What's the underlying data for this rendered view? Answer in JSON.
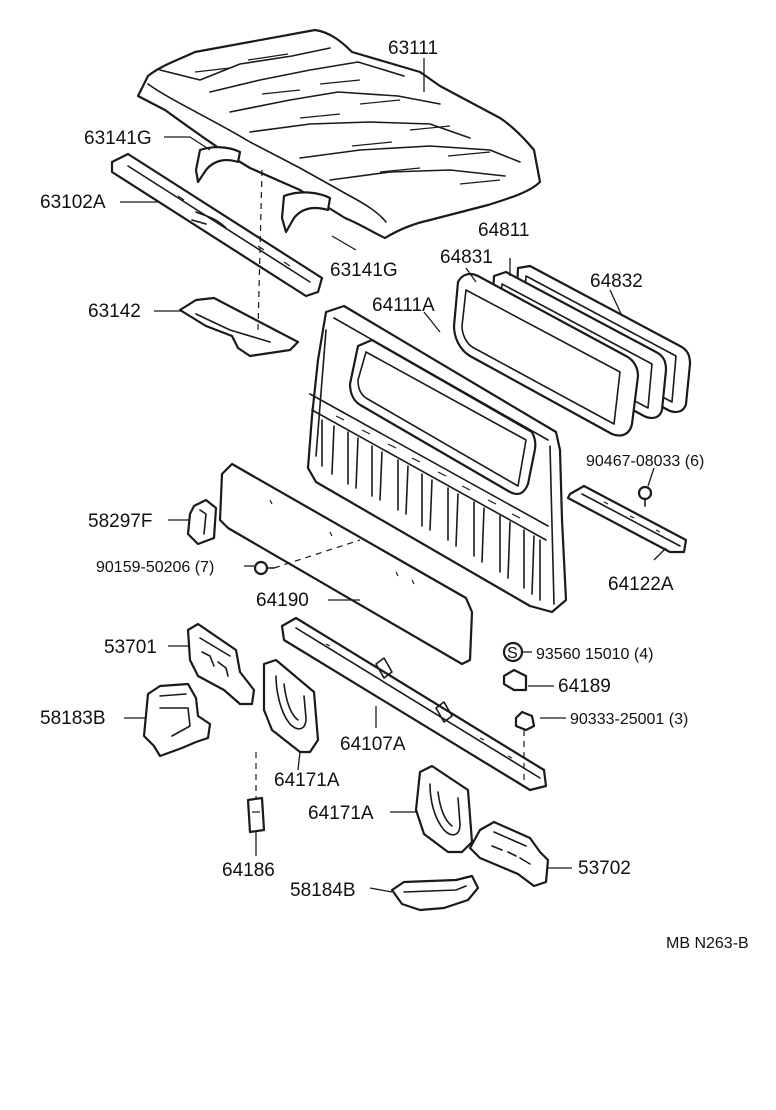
{
  "diagram_code": "MB N263-B",
  "parts": {
    "roof_panel": "63111",
    "roof_bow_upper": "63141G",
    "roof_bow_lower": "63141G",
    "header_panel": "63102A",
    "roof_bracket": "63142",
    "glass_weatherstrip": "64811",
    "glass_outer_seal": "64831",
    "back_window_glass": "64832",
    "back_panel": "64111A",
    "screw_90467": "90467-08033",
    "screw_90467_qty": "(6)",
    "lower_back_reinforcement": "64122A",
    "bracket_58297": "58297F",
    "bolt_90159": "90159-50206",
    "bolt_90159_qty": "(7)",
    "trim_board": "64190",
    "side_reinforcement_left": "53701",
    "extension_left": "58183B",
    "clip_93560": "93560 15010",
    "clip_93560_qty": "(4)",
    "clip_symbol": "S",
    "nut_plate": "64189",
    "nut_90333": "90333-25001",
    "nut_90333_qty": "(3)",
    "lower_cross_member": "64107A",
    "pillar_left": "64171A",
    "pillar_right": "64171A",
    "spacer": "64186",
    "side_reinforcement_right": "53702",
    "extension_right": "58184B"
  }
}
